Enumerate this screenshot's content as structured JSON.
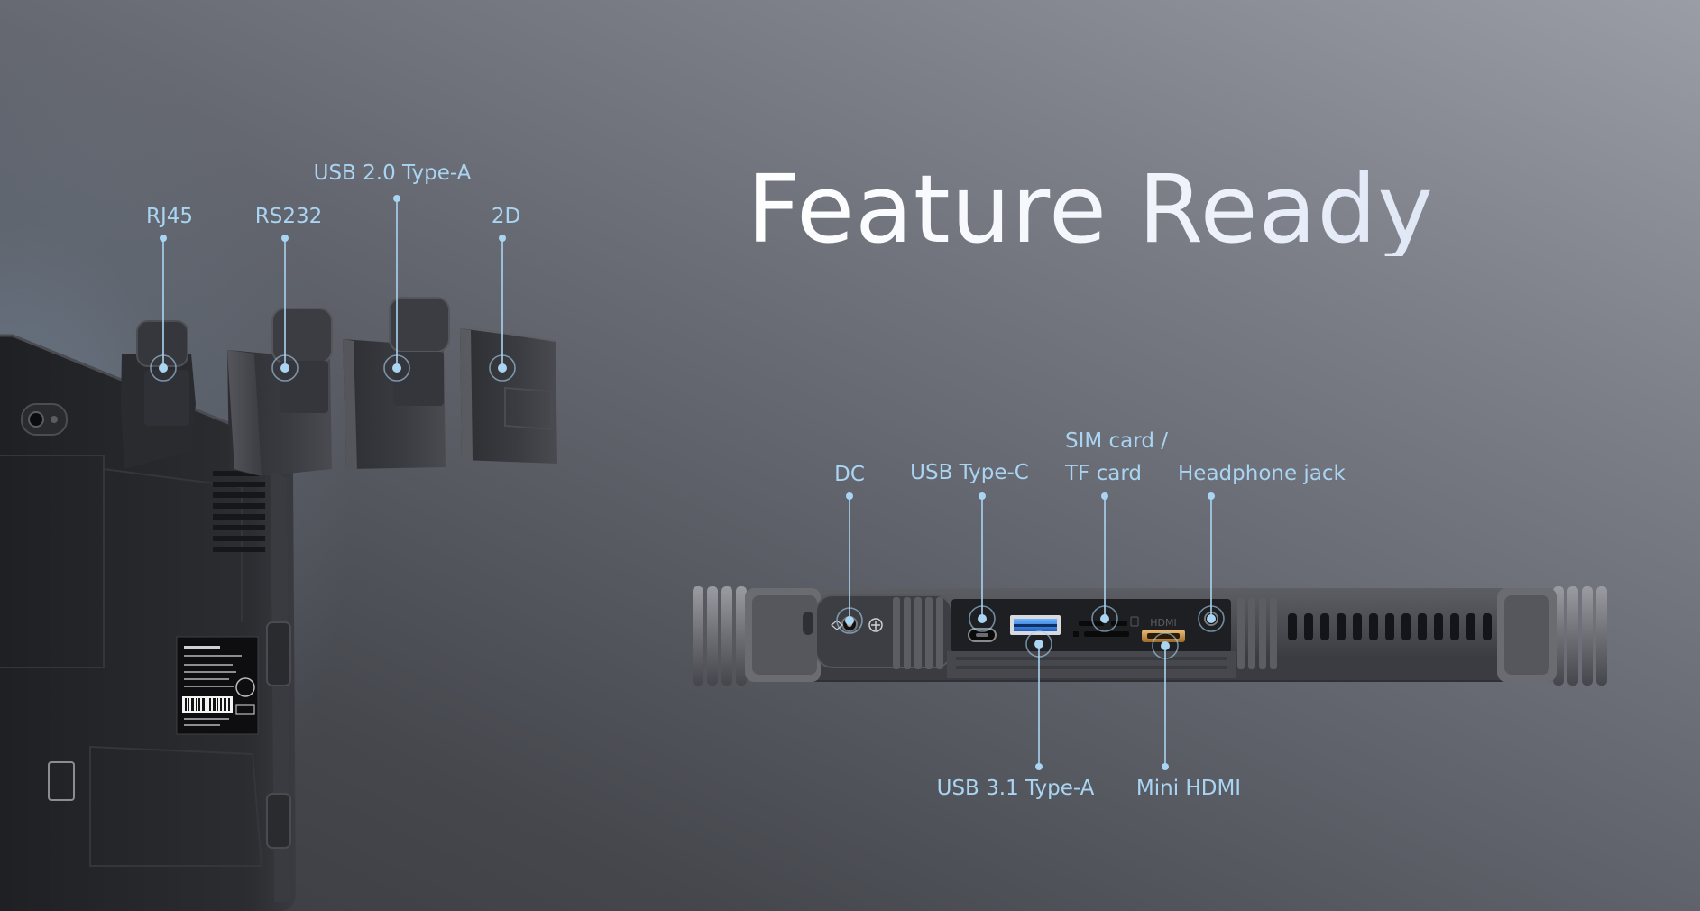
{
  "heading": "Feature Ready",
  "modules": {
    "rj45": "RJ45",
    "rs232": "RS232",
    "usb20": "USB 2.0 Type-A",
    "scanner2d": "2D"
  },
  "ports": {
    "dc": "DC",
    "usb_type_c": "USB Type-C",
    "sim_line1": "SIM card /",
    "sim_line2": "TF card",
    "headphone": "Headphone jack",
    "usb31": "USB 3.1 Type-A",
    "mini_hdmi": "Mini HDMI"
  },
  "device_print": {
    "hdmi_mark": "HDMI"
  },
  "colors": {
    "callout": "#a9d4f2",
    "title": "#ffffff",
    "device_body": "#2b2c30"
  }
}
